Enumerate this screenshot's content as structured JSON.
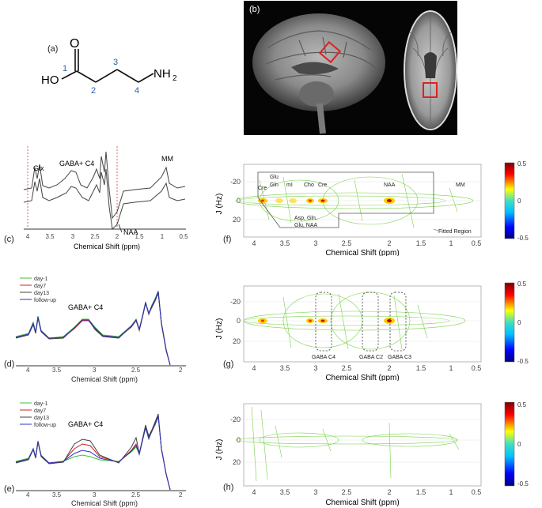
{
  "panel_labels": {
    "a": "(a)",
    "b": "(b)",
    "c": "(c)",
    "d": "(d)",
    "e": "(e)",
    "f": "(f)",
    "g": "(g)",
    "h": "(h)"
  },
  "molecule": {
    "o_label": "O",
    "oh_label": "HO",
    "nh2_label": "NH",
    "nh2_sub": "2",
    "carbon_numbers": [
      "1",
      "2",
      "3",
      "4"
    ],
    "number_color": "#2a5db0"
  },
  "mri": {
    "roi_color": "#e02020"
  },
  "panel_c": {
    "peaks": {
      "glx": "Glx",
      "gaba": "GABA+ C4",
      "mm": "MM",
      "naa": "NAA"
    },
    "ticks": [
      "4",
      "3.5",
      "3",
      "2.5",
      "2",
      "1.5",
      "1",
      "0.5"
    ],
    "xlabel": "Chemical Shift (ppm)"
  },
  "panel_d": {
    "legend": [
      "day-1",
      "day7",
      "day13",
      "follow-up"
    ],
    "legend_colors": [
      "#3cc03c",
      "#d02020",
      "#404040",
      "#3030c0"
    ],
    "peak_label": "GABA+ C4",
    "ticks": [
      "4",
      "3.5",
      "3",
      "2.5",
      "2"
    ],
    "xlabel": "Chemical Shift (ppm)"
  },
  "panel_e": {
    "legend": [
      "day-1",
      "day7",
      "day13",
      "follow-up"
    ],
    "legend_colors": [
      "#3cc03c",
      "#d02020",
      "#404040",
      "#3030c0"
    ],
    "peak_label": "GABA+ C4",
    "ticks": [
      "4",
      "3.5",
      "3",
      "2.5",
      "2"
    ],
    "xlabel": "Chemical Shift (ppm)"
  },
  "panel_f": {
    "ylabel": "J (Hz)",
    "yticks": [
      "-20",
      "0",
      "20"
    ],
    "xticks": [
      "4",
      "3.5",
      "3",
      "2.5",
      "2",
      "1.5",
      "1",
      "0.5"
    ],
    "xlabel": "Chemical Shift (ppm)",
    "labels": {
      "cre1": "Cre",
      "glu": "Glu",
      "gln": "Gln",
      "mi": "mI",
      "cho": "Cho",
      "cre2": "Cre",
      "naa": "NAA",
      "mm": "MM",
      "asp1": "Asp, Gln,",
      "asp2": "Glu, NAA",
      "fitted": "Fitted Region"
    },
    "colorbar": [
      "0.5",
      "0",
      "-0.5"
    ]
  },
  "panel_g": {
    "ylabel": "J (Hz)",
    "yticks": [
      "-20",
      "0",
      "20"
    ],
    "xticks": [
      "4",
      "3.5",
      "3",
      "2.5",
      "2",
      "1.5",
      "1",
      "0.5"
    ],
    "xlabel": "Chemical Shift (ppm)",
    "boxes": [
      "GABA C4",
      "GABA C2",
      "GABA C3"
    ],
    "colorbar": [
      "0.5",
      "0",
      "-0.5"
    ]
  },
  "panel_h": {
    "ylabel": "J (Hz)",
    "yticks": [
      "-20",
      "0",
      "20"
    ],
    "xticks": [
      "4",
      "3.5",
      "3",
      "2.5",
      "2",
      "1.5",
      "1",
      "0.5"
    ],
    "xlabel": "Chemical Shift (ppm)",
    "colorbar": [
      "0.5",
      "0",
      "-0.5"
    ]
  }
}
